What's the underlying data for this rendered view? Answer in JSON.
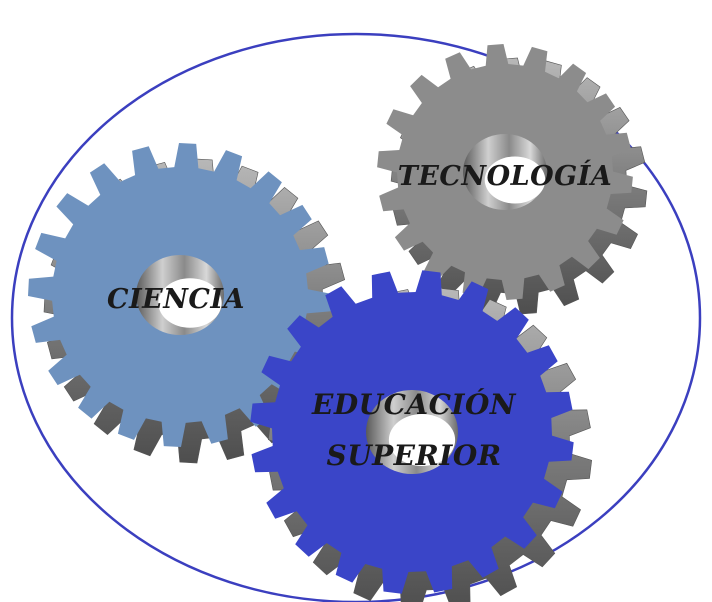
{
  "diagram": {
    "labels": {
      "tecnologia": "TECNOLOGÍA",
      "ciencia": "CIENCIA",
      "educacion_line1": "EDUCACIÓN",
      "educacion_line2": "SUPERIOR"
    },
    "colors": {
      "ellipse_stroke": "#3b3fbf",
      "gear_ciencia": "#6e92bf",
      "gear_tecnologia": "#8c8c8c",
      "gear_educacion": "#3a45c8",
      "gear_side": "#7a7a7a",
      "label_text": "#1a1a1a"
    },
    "icons": {
      "gear_ciencia": "gear-icon",
      "gear_tecnologia": "gear-icon",
      "gear_educacion": "gear-icon"
    }
  }
}
